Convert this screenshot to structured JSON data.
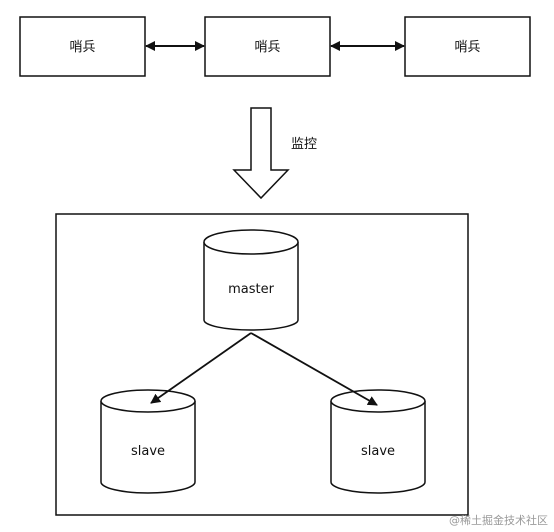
{
  "sentinels": [
    {
      "label": "哨兵"
    },
    {
      "label": "哨兵"
    },
    {
      "label": "哨兵"
    }
  ],
  "monitor_label": "监控",
  "master": {
    "label": "master"
  },
  "slaves": [
    {
      "label": "slave"
    },
    {
      "label": "slave"
    }
  ],
  "watermark": "@稀土掘金技术社区",
  "colors": {
    "stroke": "#111111",
    "fill": "#ffffff",
    "arrow_fill": "#ffffff"
  }
}
